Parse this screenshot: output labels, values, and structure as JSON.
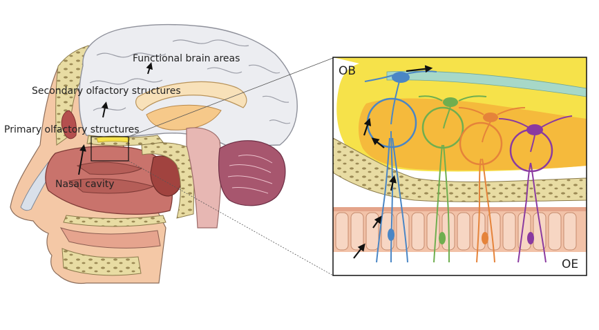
{
  "labels": {
    "functional": "Functional brain areas",
    "secondary": "Secondary olfactory structures",
    "primary": "Primary olfactory structures",
    "nasal": "Nasal cavity",
    "ob": "OB",
    "oe": "OE"
  },
  "colors": {
    "brain": "#ecedf1",
    "brain_outline": "#8d8f99",
    "skin": "#f4c8a6",
    "nasal_tissue": "#c9736c",
    "bone": "#e8dca3",
    "cerebellum": "#a7566e",
    "bulb_yellow": "#f6e24a",
    "bulb_orange": "#f5b33a",
    "neuron_blue": "#4a86c5",
    "neuron_green": "#6fae4f",
    "neuron_orange": "#e5833a",
    "neuron_purple": "#8a3aa0",
    "epithelium": "#f2c2a8"
  }
}
